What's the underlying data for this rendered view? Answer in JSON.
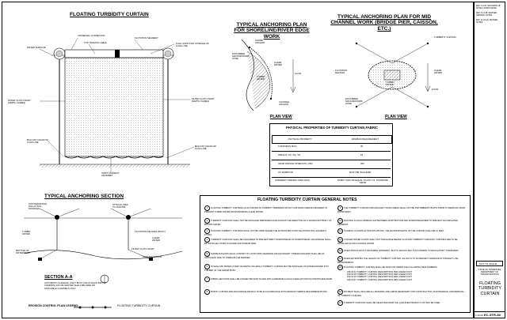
{
  "titles": {
    "floating_curtain": "FLOATING TURBIDITY CURTAIN",
    "shoreline": "TYPICAL ANCHORING PLAN FOR SHORELINE/RIVER EDGE WORK",
    "midchannel": "TYPICAL ANCHORING PLAN FOR MID CHANNEL WORK (BRIDGE PIER, CAISSON, ETC.)",
    "plan_view": "PLAN VIEW",
    "anchoring_section": "TYPICAL ANCHORING SECTION",
    "section_aa": "SECTION A-A",
    "properties": "PHYSICAL PROPERTIES OF TURBIDITY CURTAIN FABRIC",
    "general_notes": "FLOATING TURBIDITY CURTAIN GENERAL NOTES"
  },
  "curtain_labels": {
    "universal_connector": "UNIVERSAL CONNECTOR",
    "flotation_segment": "FLOTATION SEGMENT",
    "top_tension_cable": "TOP TENSION CABLE",
    "fold_joint": "FOLD JOINT FOR STORAGE OF LOAD LINE",
    "water_surface": "WATER SURFACE",
    "filter_skirt": "FILTER CLOTH SKIRT (DEPTH VARIES)",
    "filter_skirt2": "FILTER CLOTH SKIRT (DEPTH VARIES)",
    "ballast_chain": "BALLAST CHAIN OR LOAD LINE",
    "ballast_chain2": "BALLAST CHAIN OR LOAD LINE",
    "skirt_connect": "SKIRT CONNECT GROMMET"
  },
  "shore_labels": {
    "shore_anchor": "SHORE ANCHOR",
    "clear_water": "CLEAR WATER",
    "turbid_water": "TURBID WATER",
    "disturbed": "DISTURBED GROUND/WORK ZONE",
    "channel_anchor": "CHANNEL ANCHOR",
    "flow": "FLOW"
  },
  "mid_labels": {
    "turbidity_curtain": "TURBIDITY CURTAIN",
    "flotation": "FLOTATION DEVICES",
    "turbid_water": "TURBID WATER",
    "clear_water": "CLEAR WATER",
    "disturbed": "DISTURBED GROUND/WORK ZONE",
    "flow": "FLOW"
  },
  "section_labels": {
    "contaminating": "CONTAMINATING POLLUTION SOURCES",
    "attach_lines": "ATTACH LINES TO ANCHOR",
    "turbid_water": "TURBID WATER",
    "flotation": "FLOTATION DEVICES (BUOY)",
    "clear_water": "CLEAR WATER",
    "bottom": "BOTTOM OF WATER BODY",
    "filter_skirt": "FILTER CLOTH SKIRT",
    "stream_anchor": "STREAM ANCHOR",
    "section_note": "AUTOMATIC FLASHING LIGHT BUOY (OR AT EACH 50FT BY COMMON) 100 OR CENTER SHALL BE USED ON NAVIGABLE CHANNELS ONLY"
  },
  "legend": {
    "label": "EROSION CONTROL PLAN LEGEND:",
    "item": "FLOATING TURBIDITY CURTAIN"
  },
  "properties_table": {
    "headers": [
      "PHYSICAL PROPERTY",
      "MINIMUM REQUIREMENT"
    ],
    "rows": [
      [
        "THICKNESS MILS",
        "45"
      ],
      [
        "WEIGHT, OZ / SQ. YD.",
        "18"
      ],
      [
        "GRAB TENSILE STRENGTH, LBS.",
        "300"
      ],
      [
        "UV INHIBITOR",
        "MUST BE INCLUDED"
      ],
      [
        "APPARENT OPENING SIZE (AOS)",
        "FINER THAN OR EQUAL TO #70 U.S. STANDARD SIEVE"
      ]
    ]
  },
  "notes_left": [
    "FLOATING TURBIDITY CURTAINS (ALSO KNOWN AS TURBIDITY BARRIERS OR SILT CURTAINS) CREATE A BARRIER TO PREVENT TURBID WATER FROM ENTERING CLEAR WATER.",
    "TURBIDITY CURTAINS SHALL NOT BE INSTALLED PERPENDICULAR ACROSS THE DIRECTION OF A SIGNIFICANT BODY OF MOVING WATER.",
    "FLOATING TURBIDITY CURTAINS SHALL NOT BE USED WHERE THE ANTICIPATED FLOW VELOCITIES WILL EXCEED 5 FT/SEC.",
    "TURBIDITY CURTAINS SHALL BE ANCHORED TO PREVENT DRIFT DOWNSTREAM OF DOWNSTREAM. ANCHORAGE SHALL BE INSTALLED ON BOTH SHORE AND STREAM SIDE.",
    "SHORE ANCHORS SHALL CONSIST OF A POST WITH DEADMAN OR EQUIVALENT. STREAM ANCHORS SHALL BE OF SUFFICIENT SIZE TO STABILIZE THE BARRIER.",
    "IN SHALLOW WATER (2 FEET OF DEPTH OR LESS) A TURBIDITY CURTAIN MAY BE INSTALLED ON STAKES DRIVEN INTO THE BED OF THE WATER BODY.",
    "FABRIC SECTIONS SHALL BE CONNECTED END TO END WITH A MINIMUM 24 INCH OVERLAP FOR POLYPROPYLENE ROPE.",
    "MODIFY CURTAIN AND ANCHORAGE DETAILS TO BE IN ACCORDANCE WITH MANUFACTURER'S RECOMMENDATIONS."
  ],
  "notes_right": [
    "THE TURBIDITY CURTAIN AND ADJACENT WORK AREAS SHALL NOT BE DISTURBED BY BOATS PRIOR TO REMOVAL FROM WATER BODY.",
    "MAINTAIN 12 INCH MINIMUM GAP BETWEEN SKIRT BOTTOM AND DOWNSTREAM BED TO PREVENT ACCUMULATED SEDIMENT.",
    "IN AREAS OF WAVE ACTION SITUATIONS, THE MAXIMUM DEPTH OF THE CURTAIN SHALL BE 12 FEET.",
    "CONCENTRATED FLOWS SHALL NOT DISCHARGE BEHIND FLOATING TURBIDITY CURTAINS. CURTAINS ARE TO BE INSTALLED ALONG FLOWING WATER.",
    "WHEN INSTALLED IN A NAVIGABLE WATERWAY, BUOYS SHOULD BE LIT ACCORDING TO REGULATORY STANDARDS.",
    "WHEN ESTIMATING THE LENGTH OF TURBIDITY CURTAIN, ALLOW 10 TO 20 PERCENT VARIANCE IN STRAIGHT LINE MEASUREMENT.",
    "FLOATING TURBIDITY CURTAIN SHALL BE PAID FOR UNDER THE FOLLOWING ITEM NUMBERS.",
    "PAYMENT SHALL INCLUDE ALL MATERIAL AND LABOR NECESSARY FOR CONSTRUCTION, MAINTENANCE, AND REMOVAL OF TURBIDITY CURTAIN.",
    "TURBIDITY CURTAINS SHALL BE SELECTED FROM THE QUALIFIED PRODUCT LIST MAY BE USED."
  ],
  "item_numbers": [
    "209-15.04  TURBIDITY CURTAIN (DESCRIPTION) PER LINEAR FOOT",
    "209-15.05  TURBIDITY CURTAIN (DESCRIPTION) PER LINEAR FOOT",
    "209-15.06  TURBIDITY CURTAIN (DESCRIPTION) PER LINEAR FOOT",
    "209-15.07  TURBIDITY CURTAIN (DESCRIPTION) PER LINEAR FOOT"
  ],
  "revisions": [
    "REV. 4-6-05: INFORMATIVE NOTES; RIVER WATER",
    "REV. 5-13-08: REVISED GENERAL NOTES",
    "REV. 11-16-16: REVISED NOTES"
  ],
  "not_to_scale": "NOT TO SCALE",
  "agency": "STATE OF TENNESSEE DEPARTMENT OF TRANSPORTATION",
  "sheet_title": "FLOATING TURBIDITY CURTAIN",
  "date": "1-20-06",
  "drawing_no": "EC-STR-38"
}
